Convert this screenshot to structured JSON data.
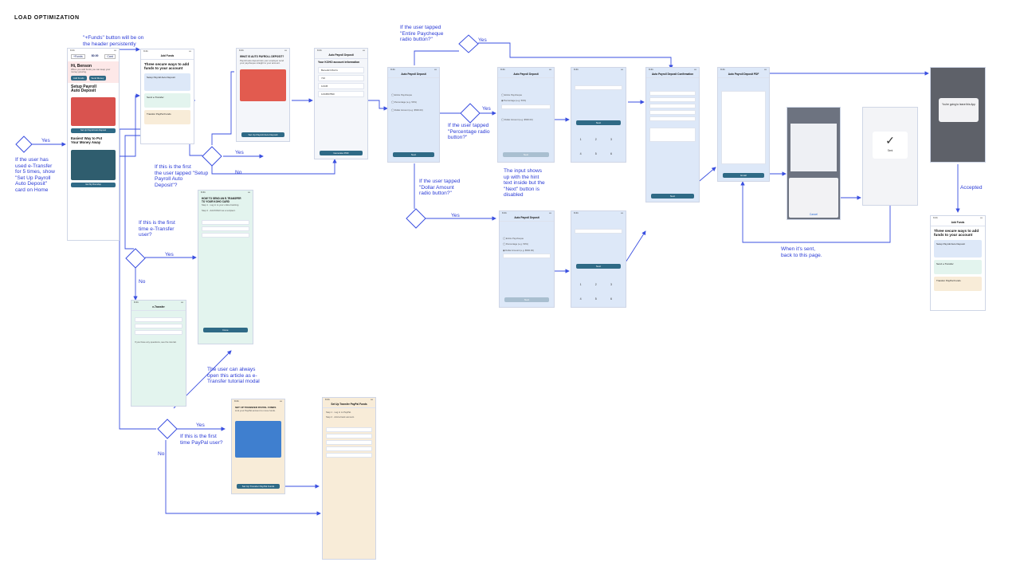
{
  "title": "LOAD OPTIMIZATION",
  "notes": {
    "funds_header": "\"+Funds\" button will be on\nthe header persistently",
    "etransfer_5": "If the user has\nused e-Transfer\nfor 5 times, show\n\"Set Up Payroll\nAuto Deposit\"\ncard on Home",
    "first_setup": "If this is the first\nthe user tapped \"Setup\nPayroll Auto\nDeposit\"?",
    "first_etransfer": "If this is the first\ntime e-Transfer\nuser?",
    "article": "The user can always\nopen this article as e-\nTransfer tutorial modal",
    "first_paypal": "If this is the first\ntime PayPal user?",
    "entire_paycheque": "If the user tapped\n\"Entire Paycheque\nradio button?\"",
    "percentage": "If the user tapped\n\"Percentage radio\nbutton?\"",
    "dollar": "If the user tapped\n\"Dollar Amount\nradio button?\"",
    "hint": "The input shows\nup with the hint\ntext inside but the\n\"Next\" button is\ndisabled",
    "sent": "When it's sent,\nback to this page.",
    "accepted": "Accepted"
  },
  "edge_labels": {
    "yes": "Yes",
    "no": "No"
  },
  "screens": {
    "home": {
      "greeting": "Hi, Benson",
      "balance": "$0.00",
      "card_title": "Setup Payroll\nAuto Deposit",
      "card2_title": "Easiest Way to Put\nYour Money Away",
      "cta": "Set Up Payroll Auto Deposit",
      "cta2": "Get My Roundup"
    },
    "add_funds": {
      "header": "Add Funds",
      "title": "Three secure ways to add\nfunds to your account",
      "items": [
        "Setup Payroll Auto Deposit",
        "Send e-Transfer",
        "Transfer PayPal Funds"
      ]
    },
    "what_is": {
      "title": "WHAT IS AUTO PAYROLL DEPOSIT?",
      "cta": "Set Up Payroll Auto Deposit"
    },
    "auto_deposit_form": {
      "header": "Auto Payroll Deposit",
      "title": "Your KOHO account information",
      "fields": [
        "Benedict Morris",
        "710",
        "12345",
        "1234567890"
      ],
      "cta": "Generate PDF"
    },
    "radio_select": {
      "header": "Auto Payroll Deposit",
      "options": [
        "Entire Paycheque",
        "Percentage (e.g. 50%)",
        "Dollar Amount (e.g. $500.00)"
      ],
      "cta": "Next"
    },
    "confirmation": {
      "header": "Auto Payroll Deposit Confirmation",
      "cta": "Next"
    },
    "pdf": {
      "header": "Auto Payroll Deposit PDF",
      "cta": "Email"
    },
    "etransfer_tutorial": {
      "title": "HOW TO SEND AN E-TRANSFER\nTO YOUR KOHO CARD",
      "cta": "Done"
    },
    "etransfer": {
      "header": "e-Transfer"
    },
    "paypal": {
      "title": "SET UP  TRANSFER PAYPAL FUNDS",
      "cta": "Set Up Transfer PayPal Funds"
    },
    "paypal_steps": {
      "header": "Set Up Transfer PayPal Funds"
    },
    "add_funds_final": {
      "header": "Add Funds",
      "title": "Three secure ways to add\nfunds to your account",
      "items": [
        "Setup Payroll Auto Deposit",
        "Send e-Transfer",
        "Transfer PayPal Funds"
      ]
    },
    "email_modal": {
      "cancel": "Cancel"
    },
    "sent_modal": {
      "text": "Sent"
    },
    "accept_modal": {
      "text": "You're going to leave this App"
    }
  },
  "colors": {
    "wire": "#3a4fe0",
    "button": "#2f6a86",
    "screen_bg": "#e7ecf5"
  }
}
